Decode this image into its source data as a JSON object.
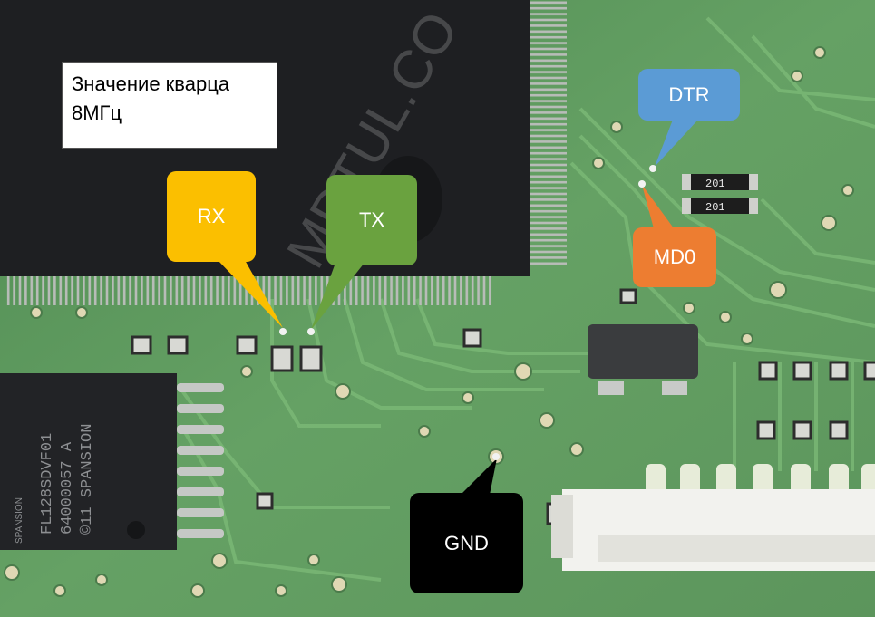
{
  "note": {
    "line1": "Значение кварца",
    "line2": "8МГц"
  },
  "callouts": {
    "rx": {
      "label": "RX",
      "color": "#fbbf00"
    },
    "tx": {
      "label": "TX",
      "color": "#6aa23f"
    },
    "dtr": {
      "label": "DTR",
      "color": "#5b9bd5"
    },
    "md0": {
      "label": "MD0",
      "color": "#ed7d31"
    },
    "gnd": {
      "label": "GND",
      "color": "#000000"
    }
  },
  "chip_marking": {
    "lines": [
      "FL128SDVF01",
      "64000057 A",
      "©11 SPANSION"
    ],
    "brand": "SPANSION"
  },
  "watermark": "MDTUL.CO",
  "resistor_marking": "201"
}
